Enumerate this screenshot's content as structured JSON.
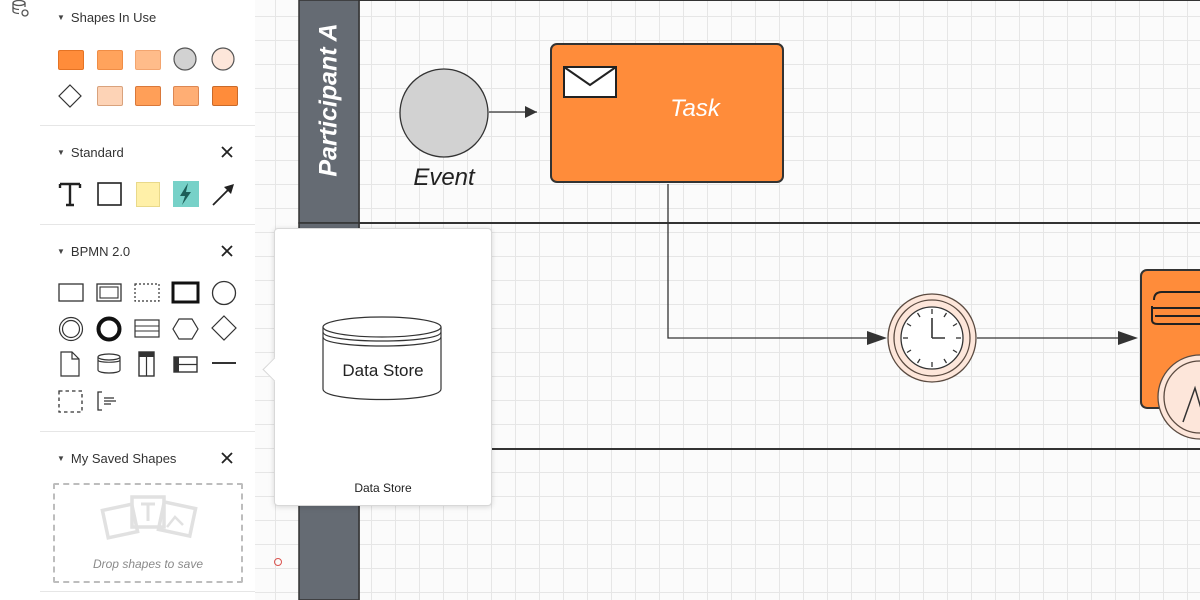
{
  "sidebar": {
    "sections": {
      "in_use": {
        "title": "Shapes In Use"
      },
      "standard": {
        "title": "Standard"
      },
      "bpmn": {
        "title": "BPMN 2.0"
      },
      "saved": {
        "title": "My Saved Shapes",
        "drop_hint": "Drop shapes to save"
      }
    }
  },
  "diagram": {
    "lane_a_label": "Participant A",
    "event_label": "Event",
    "task_label": "Task"
  },
  "popover": {
    "shape_label": "Data Store",
    "caption": "Data Store"
  },
  "colors": {
    "accent_orange": "#ff8c3a",
    "lane_header": "#656b73",
    "event_gray": "#d2d2d2"
  }
}
